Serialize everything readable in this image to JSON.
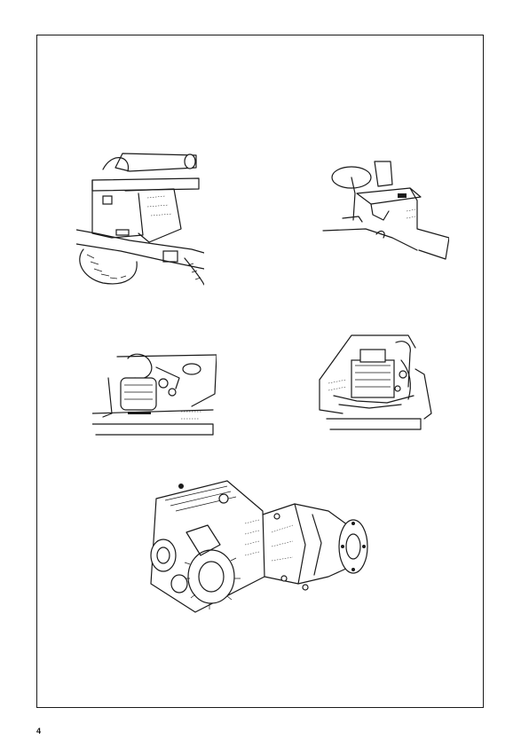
{
  "page": {
    "page_number": "4"
  },
  "illustrations": [
    {
      "id": "loader-arm-and-wheel",
      "kind": "line-drawing"
    },
    {
      "id": "steering-column-and-pedals",
      "kind": "line-drawing"
    },
    {
      "id": "starter-motor-compartment",
      "kind": "line-drawing"
    },
    {
      "id": "engine-hydraulic-compartment",
      "kind": "line-drawing"
    },
    {
      "id": "transfer-gearbox-assembly",
      "kind": "line-drawing"
    }
  ],
  "colors": {
    "ink": "#1a1a1a",
    "paper": "#ffffff"
  }
}
